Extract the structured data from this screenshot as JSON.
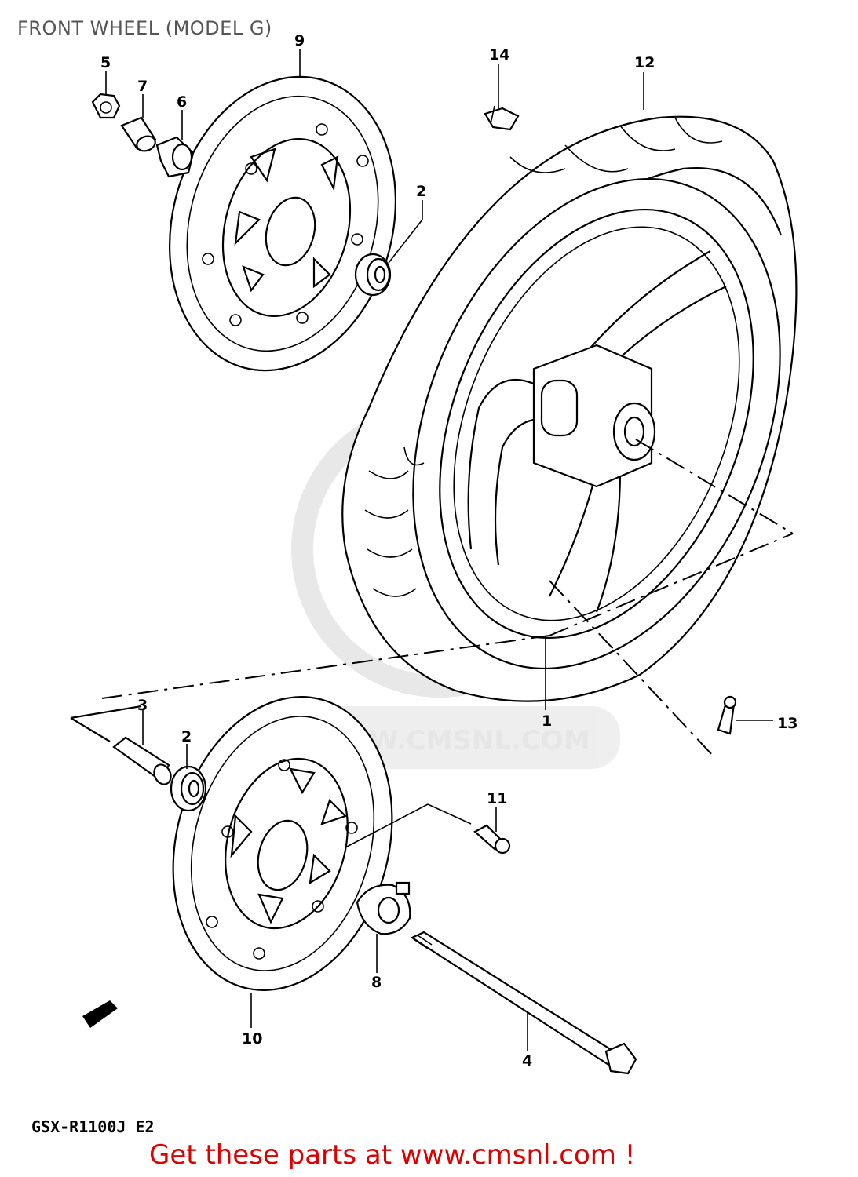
{
  "title": "FRONT WHEEL (MODEL G)",
  "model_code": "GSX-R1100J E2",
  "promo": "Get these parts at www.cmsnl.com !",
  "watermark": "WWW.CMSNL.COM",
  "callouts": [
    {
      "id": "c1",
      "label": "1"
    },
    {
      "id": "c2a",
      "label": "2"
    },
    {
      "id": "c2b",
      "label": "2"
    },
    {
      "id": "c3",
      "label": "3"
    },
    {
      "id": "c4",
      "label": "4"
    },
    {
      "id": "c5",
      "label": "5"
    },
    {
      "id": "c6",
      "label": "6"
    },
    {
      "id": "c7",
      "label": "7"
    },
    {
      "id": "c8",
      "label": "8"
    },
    {
      "id": "c9",
      "label": "9"
    },
    {
      "id": "c10",
      "label": "10"
    },
    {
      "id": "c11",
      "label": "11"
    },
    {
      "id": "c12",
      "label": "12"
    },
    {
      "id": "c13",
      "label": "13"
    },
    {
      "id": "c14",
      "label": "14"
    }
  ]
}
